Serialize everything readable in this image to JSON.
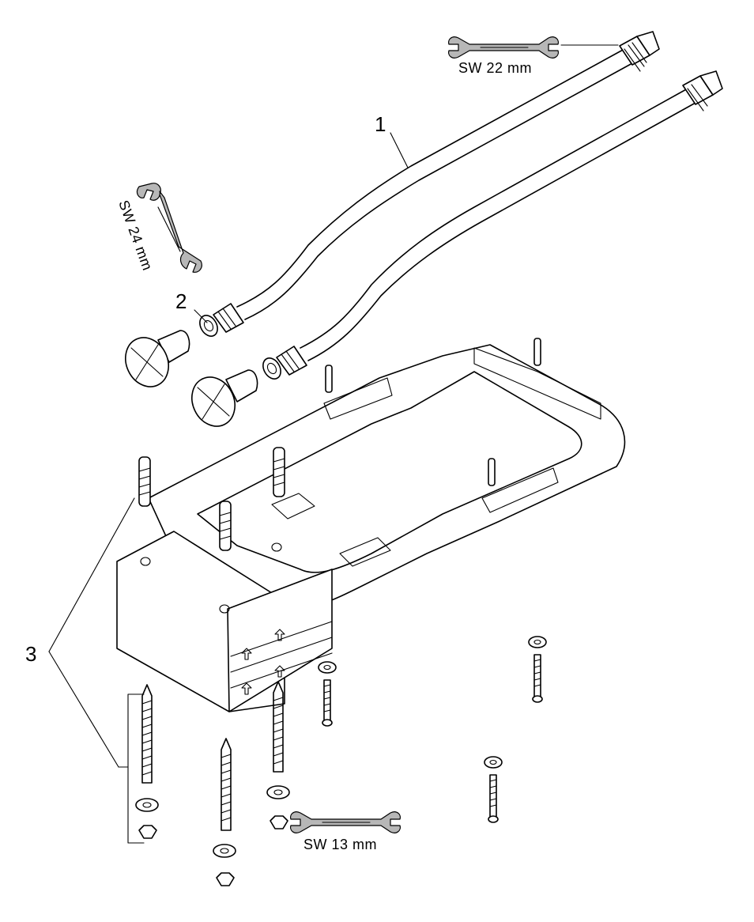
{
  "callouts": {
    "item1": "1",
    "item2": "2",
    "item3": "3"
  },
  "wrenches": {
    "top": "SW 22 mm",
    "left": "SW 24 mm",
    "bottom": "SW 13 mm"
  },
  "colors": {
    "line": "#000000",
    "wrench_fill": "#b7b7b7",
    "background": "#ffffff"
  }
}
